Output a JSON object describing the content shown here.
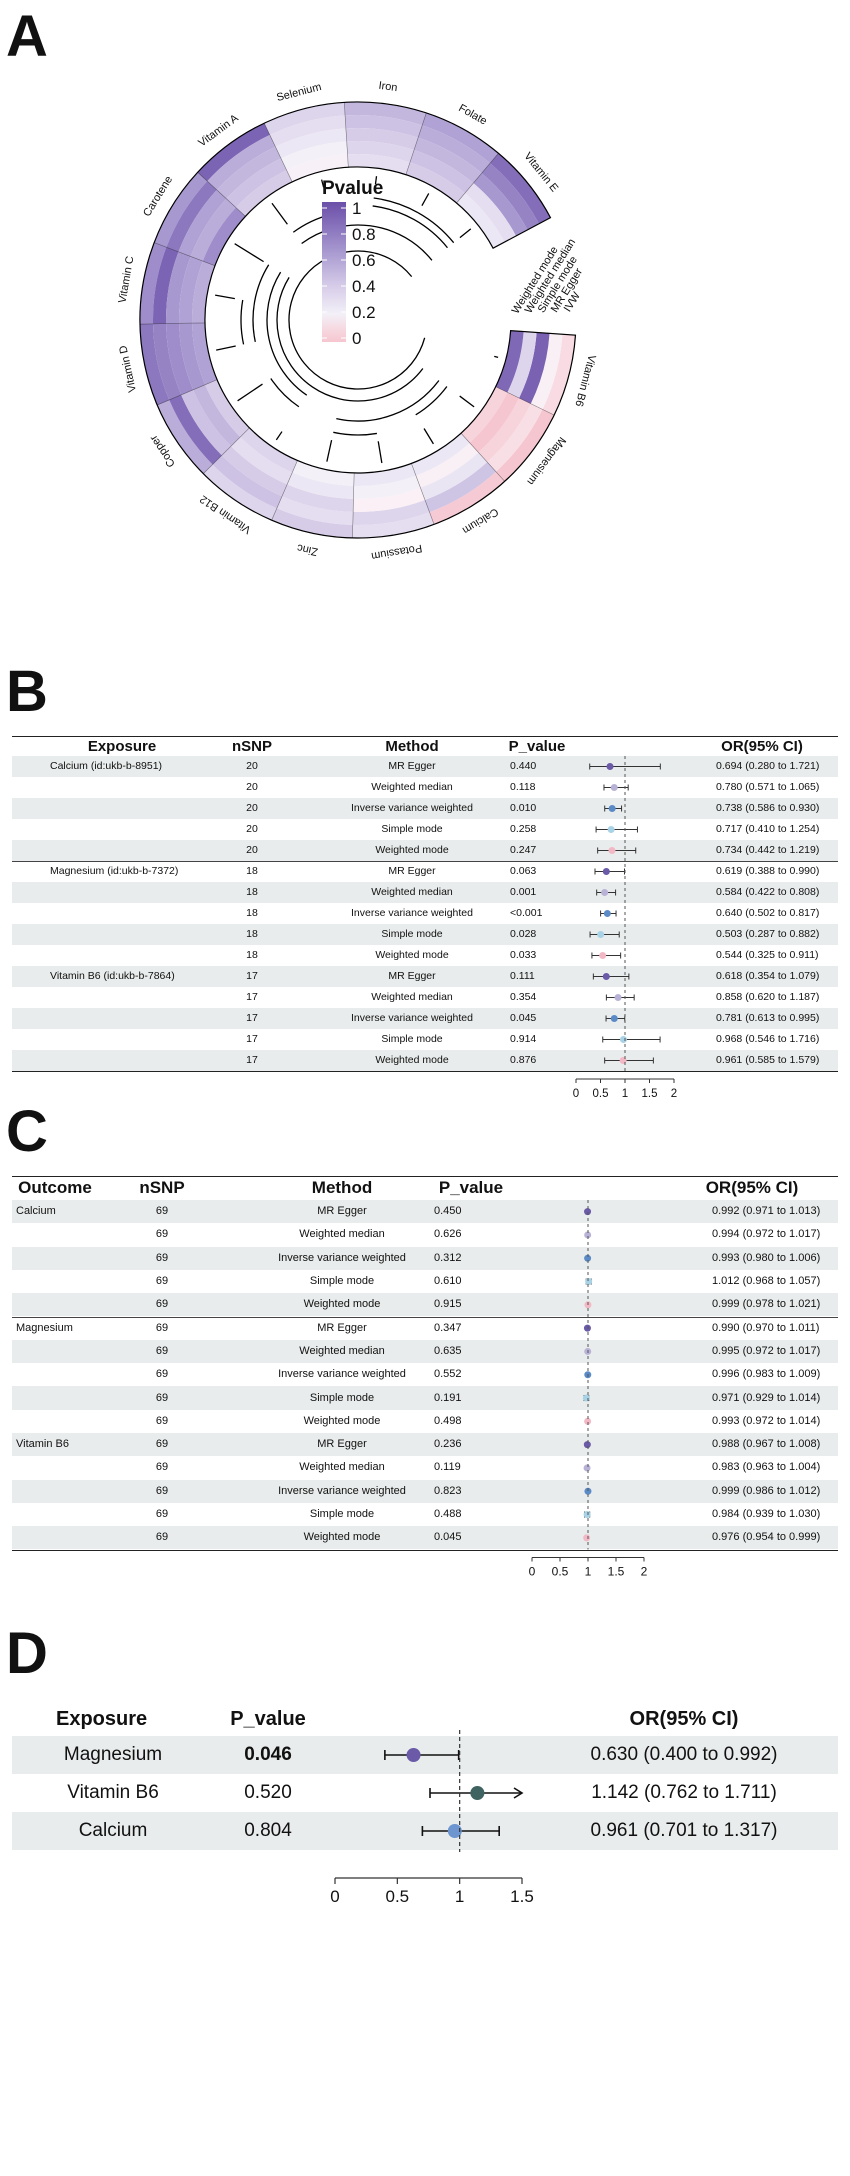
{
  "panels": {
    "a": "A",
    "b": "B",
    "c": "C",
    "d": "D"
  },
  "chart_data": [
    {
      "type": "heatmap",
      "layout": "circular",
      "legend": {
        "title": "Pvalue",
        "ticks": [
          "1",
          "0.8",
          "0.6",
          "0.4",
          "0.2",
          "0"
        ],
        "colors": [
          "#6b4fa8",
          "#8c78bf",
          "#b0a2d4",
          "#d6cce8",
          "#f3f0f8",
          "#f6c6d0"
        ]
      },
      "rings": [
        "IVW",
        "MR Egger",
        "Simple mode",
        "Weighted median",
        "Weighted mode"
      ],
      "sectors": [
        "Vitamin B6",
        "Magnesium",
        "Calcium",
        "Potassium",
        "Zinc",
        "Vitamin B12",
        "Copper",
        "Vitamin D",
        "Vitamin C",
        "Carotene",
        "Vitamin A",
        "Selenium",
        "Iron",
        "Folate",
        "Vitamin E"
      ],
      "values": [
        [
          0.05,
          0.11,
          0.91,
          0.35,
          0.88
        ],
        [
          0.001,
          0.06,
          0.03,
          0.001,
          0.03
        ],
        [
          0.01,
          0.44,
          0.26,
          0.12,
          0.25
        ],
        [
          0.3,
          0.35,
          0.1,
          0.2,
          0.25
        ],
        [
          0.4,
          0.3,
          0.35,
          0.25,
          0.2
        ],
        [
          0.35,
          0.45,
          0.4,
          0.3,
          0.35
        ],
        [
          0.55,
          0.85,
          0.45,
          0.5,
          0.4
        ],
        [
          0.8,
          0.75,
          0.7,
          0.65,
          0.6
        ],
        [
          0.7,
          0.9,
          0.65,
          0.6,
          0.55
        ],
        [
          0.65,
          0.8,
          0.6,
          0.55,
          0.7
        ],
        [
          0.9,
          0.55,
          0.5,
          0.45,
          0.4
        ],
        [
          0.35,
          0.3,
          0.25,
          0.2,
          0.15
        ],
        [
          0.5,
          0.45,
          0.4,
          0.35,
          0.3
        ],
        [
          0.6,
          0.55,
          0.5,
          0.45,
          0.4
        ],
        [
          0.85,
          0.75,
          0.65,
          0.3,
          0.25
        ]
      ]
    },
    {
      "type": "table",
      "headers": [
        "Exposure",
        "nSNP",
        "Method",
        "P_value",
        "OR(95% CI)"
      ],
      "axis_ticks": [
        "0",
        "0.5",
        "1",
        "1.5",
        "2"
      ],
      "xlim": [
        0,
        2
      ],
      "ref_line": 1,
      "groups": [
        {
          "name": "Calcium (id:ukb-b-8951)",
          "rows": [
            {
              "nsnp": "20",
              "method": "MR Egger",
              "p": "0.440",
              "or": 0.694,
              "lo": 0.28,
              "hi": 1.721,
              "ci": "0.694 (0.280 to 1.721)",
              "color": "#6a5aa8"
            },
            {
              "nsnp": "20",
              "method": "Weighted median",
              "p": "0.118",
              "or": 0.78,
              "lo": 0.571,
              "hi": 1.065,
              "ci": "0.780 (0.571 to 1.065)",
              "color": "#b8b3d6"
            },
            {
              "nsnp": "20",
              "method": "Inverse variance weighted",
              "p": "0.010",
              "or": 0.738,
              "lo": 0.586,
              "hi": 0.93,
              "ci": "0.738 (0.586 to 0.930)",
              "color": "#5b8bc6"
            },
            {
              "nsnp": "20",
              "method": "Simple mode",
              "p": "0.258",
              "or": 0.717,
              "lo": 0.41,
              "hi": 1.254,
              "ci": "0.717 (0.410 to 1.254)",
              "color": "#a8d3e6"
            },
            {
              "nsnp": "20",
              "method": "Weighted mode",
              "p": "0.247",
              "or": 0.734,
              "lo": 0.442,
              "hi": 1.219,
              "ci": "0.734 (0.442 to 1.219)",
              "color": "#f3b8c5"
            }
          ]
        },
        {
          "name": "Magnesium (id:ukb-b-7372)",
          "rows": [
            {
              "nsnp": "18",
              "method": "MR Egger",
              "p": "0.063",
              "or": 0.619,
              "lo": 0.388,
              "hi": 0.99,
              "ci": "0.619 (0.388 to 0.990)",
              "color": "#6a5aa8"
            },
            {
              "nsnp": "18",
              "method": "Weighted median",
              "p": "0.001",
              "or": 0.584,
              "lo": 0.422,
              "hi": 0.808,
              "ci": "0.584 (0.422 to 0.808)",
              "color": "#b8b3d6"
            },
            {
              "nsnp": "18",
              "method": "Inverse variance weighted",
              "p": "<0.001",
              "or": 0.64,
              "lo": 0.502,
              "hi": 0.817,
              "ci": "0.640 (0.502 to 0.817)",
              "color": "#5b8bc6"
            },
            {
              "nsnp": "18",
              "method": "Simple mode",
              "p": "0.028",
              "or": 0.503,
              "lo": 0.287,
              "hi": 0.882,
              "ci": "0.503 (0.287 to 0.882)",
              "color": "#a8d3e6"
            },
            {
              "nsnp": "18",
              "method": "Weighted mode",
              "p": "0.033",
              "or": 0.544,
              "lo": 0.325,
              "hi": 0.911,
              "ci": "0.544 (0.325 to 0.911)",
              "color": "#f3b8c5"
            }
          ]
        },
        {
          "name": "Vitamin B6 (id:ukb-b-7864)",
          "rows": [
            {
              "nsnp": "17",
              "method": "MR Egger",
              "p": "0.111",
              "or": 0.618,
              "lo": 0.354,
              "hi": 1.079,
              "ci": "0.618 (0.354 to 1.079)",
              "color": "#6a5aa8"
            },
            {
              "nsnp": "17",
              "method": "Weighted median",
              "p": "0.354",
              "or": 0.858,
              "lo": 0.62,
              "hi": 1.187,
              "ci": "0.858 (0.620 to 1.187)",
              "color": "#b8b3d6"
            },
            {
              "nsnp": "17",
              "method": "Inverse variance weighted",
              "p": "0.045",
              "or": 0.781,
              "lo": 0.613,
              "hi": 0.995,
              "ci": "0.781 (0.613 to 0.995)",
              "color": "#5b8bc6"
            },
            {
              "nsnp": "17",
              "method": "Simple mode",
              "p": "0.914",
              "or": 0.968,
              "lo": 0.546,
              "hi": 1.716,
              "ci": "0.968 (0.546 to 1.716)",
              "color": "#a8d3e6"
            },
            {
              "nsnp": "17",
              "method": "Weighted mode",
              "p": "0.876",
              "or": 0.961,
              "lo": 0.585,
              "hi": 1.579,
              "ci": "0.961 (0.585 to 1.579)",
              "color": "#f3b8c5"
            }
          ]
        }
      ]
    },
    {
      "type": "table",
      "headers": [
        "Outcome",
        "nSNP",
        "Method",
        "P_value",
        "OR(95% CI)"
      ],
      "axis_ticks": [
        "0",
        "0.5",
        "1",
        "1.5",
        "2"
      ],
      "xlim": [
        0,
        2
      ],
      "ref_line": 1,
      "groups": [
        {
          "name": "Calcium",
          "rows": [
            {
              "nsnp": "69",
              "method": "MR Egger",
              "p": "0.450",
              "or": 0.992,
              "lo": 0.971,
              "hi": 1.013,
              "ci": "0.992 (0.971 to 1.013)",
              "color": "#6a5aa8"
            },
            {
              "nsnp": "69",
              "method": "Weighted median",
              "p": "0.626",
              "or": 0.994,
              "lo": 0.972,
              "hi": 1.017,
              "ci": "0.994 (0.972 to 1.017)",
              "color": "#b8b3d6"
            },
            {
              "nsnp": "69",
              "method": "Inverse variance weighted",
              "p": "0.312",
              "or": 0.993,
              "lo": 0.98,
              "hi": 1.006,
              "ci": "0.993 (0.980 to 1.006)",
              "color": "#5b8bc6"
            },
            {
              "nsnp": "69",
              "method": "Simple mode",
              "p": "0.610",
              "or": 1.012,
              "lo": 0.968,
              "hi": 1.057,
              "ci": "1.012 (0.968 to 1.057)",
              "color": "#a8d3e6"
            },
            {
              "nsnp": "69",
              "method": "Weighted mode",
              "p": "0.915",
              "or": 0.999,
              "lo": 0.978,
              "hi": 1.021,
              "ci": "0.999 (0.978 to 1.021)",
              "color": "#f3b8c5"
            }
          ]
        },
        {
          "name": "Magnesium",
          "rows": [
            {
              "nsnp": "69",
              "method": "MR Egger",
              "p": "0.347",
              "or": 0.99,
              "lo": 0.97,
              "hi": 1.011,
              "ci": "0.990 (0.970 to 1.011)",
              "color": "#6a5aa8"
            },
            {
              "nsnp": "69",
              "method": "Weighted median",
              "p": "0.635",
              "or": 0.995,
              "lo": 0.972,
              "hi": 1.017,
              "ci": "0.995 (0.972 to 1.017)",
              "color": "#b8b3d6"
            },
            {
              "nsnp": "69",
              "method": "Inverse variance weighted",
              "p": "0.552",
              "or": 0.996,
              "lo": 0.983,
              "hi": 1.009,
              "ci": "0.996 (0.983 to 1.009)",
              "color": "#5b8bc6"
            },
            {
              "nsnp": "69",
              "method": "Simple mode",
              "p": "0.191",
              "or": 0.971,
              "lo": 0.929,
              "hi": 1.014,
              "ci": "0.971 (0.929 to 1.014)",
              "color": "#a8d3e6"
            },
            {
              "nsnp": "69",
              "method": "Weighted mode",
              "p": "0.498",
              "or": 0.993,
              "lo": 0.972,
              "hi": 1.014,
              "ci": "0.993 (0.972 to 1.014)",
              "color": "#f3b8c5"
            }
          ]
        },
        {
          "name": "Vitamin B6",
          "rows": [
            {
              "nsnp": "69",
              "method": "MR Egger",
              "p": "0.236",
              "or": 0.988,
              "lo": 0.967,
              "hi": 1.008,
              "ci": "0.988 (0.967 to 1.008)",
              "color": "#6a5aa8"
            },
            {
              "nsnp": "69",
              "method": "Weighted median",
              "p": "0.119",
              "or": 0.983,
              "lo": 0.963,
              "hi": 1.004,
              "ci": "0.983 (0.963 to 1.004)",
              "color": "#b8b3d6"
            },
            {
              "nsnp": "69",
              "method": "Inverse variance weighted",
              "p": "0.823",
              "or": 0.999,
              "lo": 0.986,
              "hi": 1.012,
              "ci": "0.999 (0.986 to 1.012)",
              "color": "#5b8bc6"
            },
            {
              "nsnp": "69",
              "method": "Simple mode",
              "p": "0.488",
              "or": 0.984,
              "lo": 0.939,
              "hi": 1.03,
              "ci": "0.984 (0.939 to 1.030)",
              "color": "#a8d3e6"
            },
            {
              "nsnp": "69",
              "method": "Weighted mode",
              "p": "0.045",
              "or": 0.976,
              "lo": 0.954,
              "hi": 0.999,
              "ci": "0.976 (0.954 to 0.999)",
              "color": "#f3b8c5"
            }
          ]
        }
      ]
    },
    {
      "type": "table",
      "headers": [
        "Exposure",
        "P_value",
        "OR(95% CI)"
      ],
      "axis_ticks": [
        "0",
        "0.5",
        "1",
        "1.5"
      ],
      "xlim": [
        0,
        1.5
      ],
      "ref_line": 1,
      "rows": [
        {
          "exposure": "Magnesium",
          "p": "0.046",
          "bold": true,
          "or": 0.63,
          "lo": 0.4,
          "hi": 0.992,
          "ci": "0.630 (0.400 to 0.992)",
          "color": "#6a5aa8"
        },
        {
          "exposure": "Vitamin B6",
          "p": "0.520",
          "bold": false,
          "or": 1.142,
          "lo": 0.762,
          "hi": 1.711,
          "ci": "1.142 (0.762 to 1.711)",
          "color": "#3f6360",
          "arrow": true
        },
        {
          "exposure": "Calcium",
          "p": "0.804",
          "bold": false,
          "or": 0.961,
          "lo": 0.701,
          "hi": 1.317,
          "ci": "0.961 (0.701 to 1.317)",
          "color": "#6d95d0"
        }
      ]
    }
  ]
}
